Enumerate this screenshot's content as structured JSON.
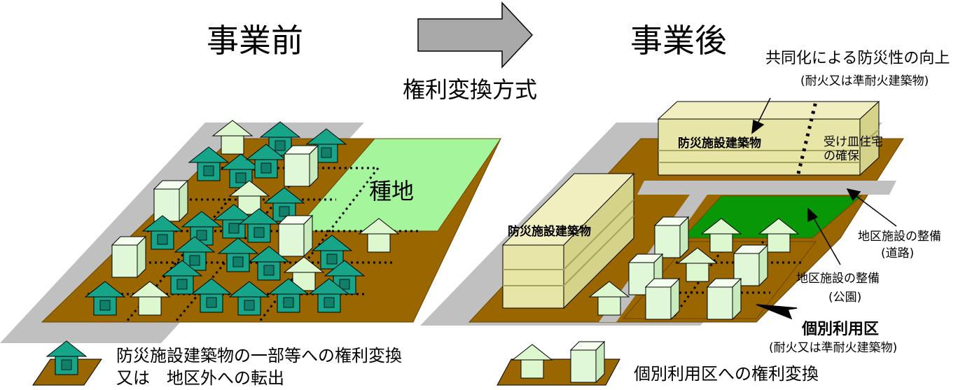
{
  "titles": {
    "before": "事業前",
    "after": "事業後",
    "method": "権利変換方式"
  },
  "before_labels": {
    "tanechi": "種地"
  },
  "after_labels": {
    "kyodoka": "共同化による防災性の向上",
    "kyodoka_note": "(耐火又は準耐火建築物)",
    "bousai_building_1": "防災施設建築物",
    "bousai_building_2": "防災施設建築物",
    "ukezara_line1": "受け皿住宅",
    "ukezara_line2": "の確保",
    "road_label": "地区施設の整備",
    "road_note": "(道路)",
    "park_label": "地区施設の整備",
    "park_note": "(公園)",
    "kobetsu": "個別利用区",
    "kobetsu_note": "(耐火又は準耐火建築物)"
  },
  "legend": {
    "left_line1": "防災施設建築物の一部等への権利変換",
    "left_line2": "又は　地区外への転出",
    "right": "個別利用区への権利変換"
  },
  "colors": {
    "ground": "#996600",
    "road": "#c0c0c0",
    "house_dark": "#17a589",
    "house_light": "#ddf7cf",
    "tanechi": "#a4f59c",
    "park": "#079707",
    "building": "#e8e6a6",
    "arrow": "#a8a8a8"
  }
}
